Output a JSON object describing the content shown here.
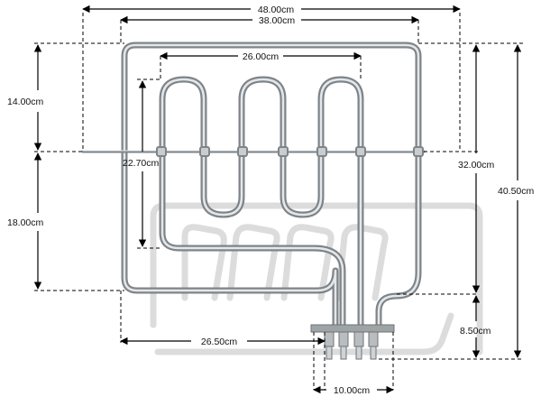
{
  "colors": {
    "background": "#ffffff",
    "dimension_line": "#000000",
    "element_tube": "#8f9497",
    "element_highlight": "#e6e9eb",
    "shadow": "#d9d9d9"
  },
  "dimensions": {
    "total_width": "48.00cm",
    "outer_loop_width": "38.00cm",
    "inner_coil_width": "26.00cm",
    "upper_height": "14.00cm",
    "lower_height": "18.00cm",
    "coil_height": "22.70cm",
    "loop_height": "32.00cm",
    "total_height": "40.50cm",
    "left_to_terminals": "26.50cm",
    "terminal_height": "8.50cm",
    "terminal_spacing": "10.00cm"
  }
}
